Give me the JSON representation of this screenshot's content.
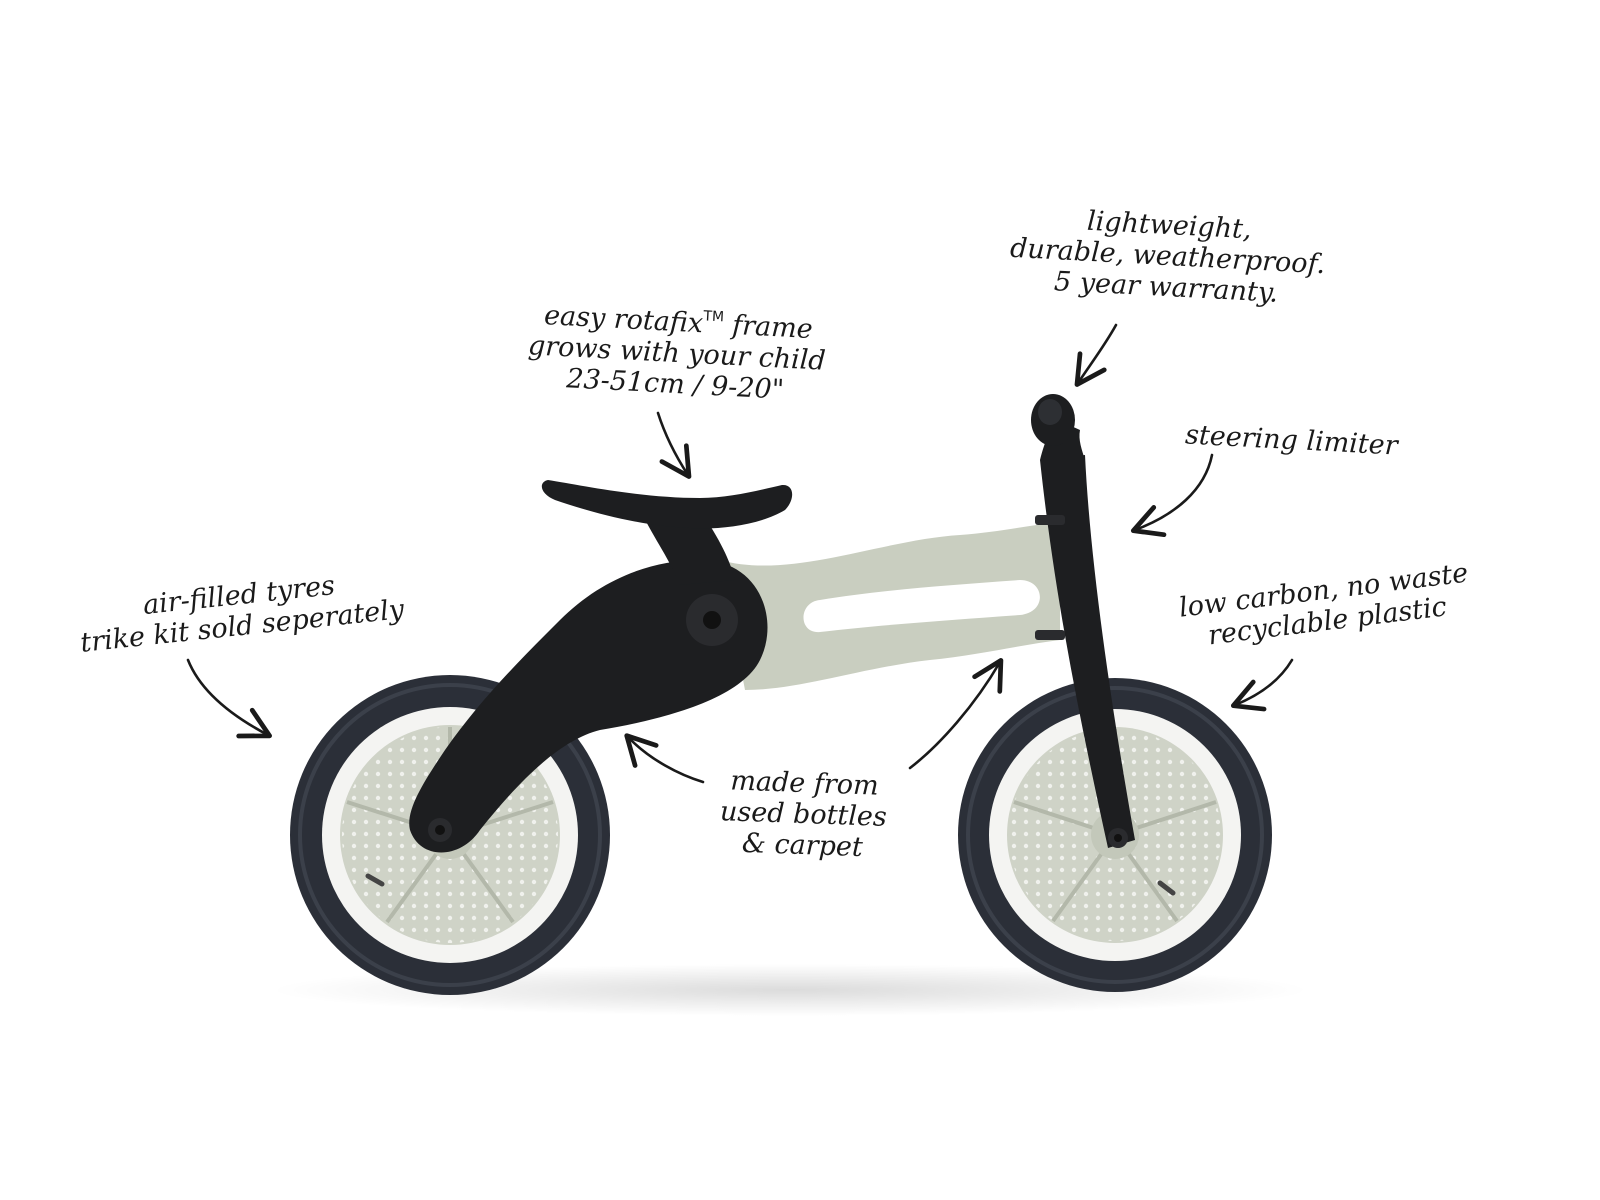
{
  "callouts": {
    "tyres": {
      "line1": "air-filled tyres",
      "line2": "trike kit sold seperately"
    },
    "frame": {
      "line1_pre": "easy rotafix",
      "line1_tm": "TM",
      "line1_post": " frame",
      "line2": "grows with your child",
      "line3": "23-51cm / 9-20\""
    },
    "lightweight": {
      "line1": "lightweight,",
      "line2": "durable, weatherproof.",
      "line3": "5 year warranty."
    },
    "steering": {
      "line1": "steering limiter"
    },
    "carbon": {
      "line1": "low carbon, no waste",
      "line2": "recyclable plastic"
    },
    "bottles": {
      "line1": "made from",
      "line2": "used bottles",
      "line3": "& carpet"
    }
  },
  "colors": {
    "frame_black": "#1d1e20",
    "frame_sage": "#c9cec0",
    "tyre_dark": "#2b2f38",
    "rim_sage": "#cfd3c7",
    "ink": "#1a1a1a"
  }
}
